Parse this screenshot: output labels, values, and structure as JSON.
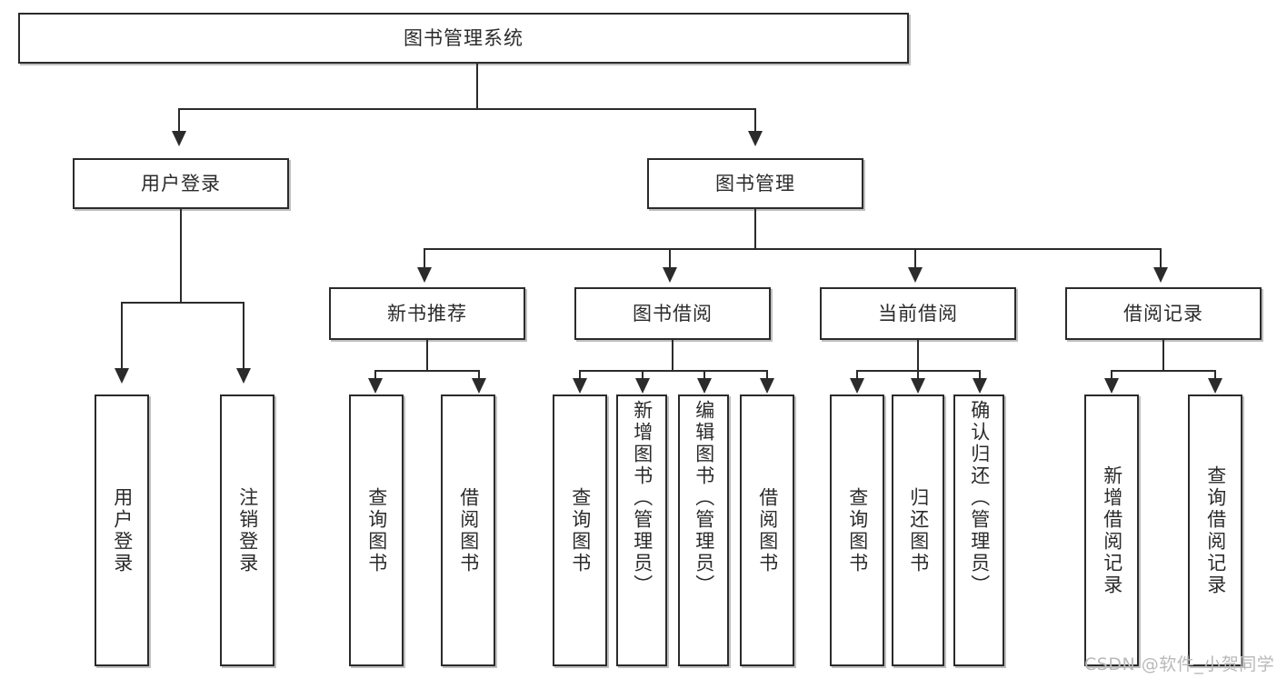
{
  "diagram": {
    "type": "tree-hierarchy",
    "title": "图书管理系统",
    "root": {
      "label": "图书管理系统"
    },
    "level2": [
      {
        "label": "用户登录"
      },
      {
        "label": "图书管理"
      }
    ],
    "level3": [
      {
        "label": "新书推荐",
        "parent": "图书管理"
      },
      {
        "label": "图书借阅",
        "parent": "图书管理"
      },
      {
        "label": "当前借阅",
        "parent": "图书管理"
      },
      {
        "label": "借阅记录",
        "parent": "图书管理"
      }
    ],
    "leaves": {
      "user_login": [
        {
          "label": "用户登录"
        },
        {
          "label": "注销登录"
        }
      ],
      "new_book_recommend": [
        {
          "label": "查询图书"
        },
        {
          "label": "借阅图书"
        }
      ],
      "book_borrow": [
        {
          "label": "查询图书"
        },
        {
          "label": "新增图书（管理员）"
        },
        {
          "label": "编辑图书（管理员）"
        },
        {
          "label": "借阅图书"
        }
      ],
      "current_borrow": [
        {
          "label": "查询图书"
        },
        {
          "label": "归还图书"
        },
        {
          "label": "确认归还（管理员）"
        }
      ],
      "borrow_records": [
        {
          "label": "新增借阅记录"
        },
        {
          "label": "查询借阅记录"
        }
      ]
    }
  },
  "watermark": {
    "text": "CSDN @软件_小贺同学"
  },
  "colors": {
    "stroke": "#2b2b2b",
    "fill": "#ffffff",
    "shadow": "#8c8c8c",
    "watermark": "#b9b9b9"
  }
}
